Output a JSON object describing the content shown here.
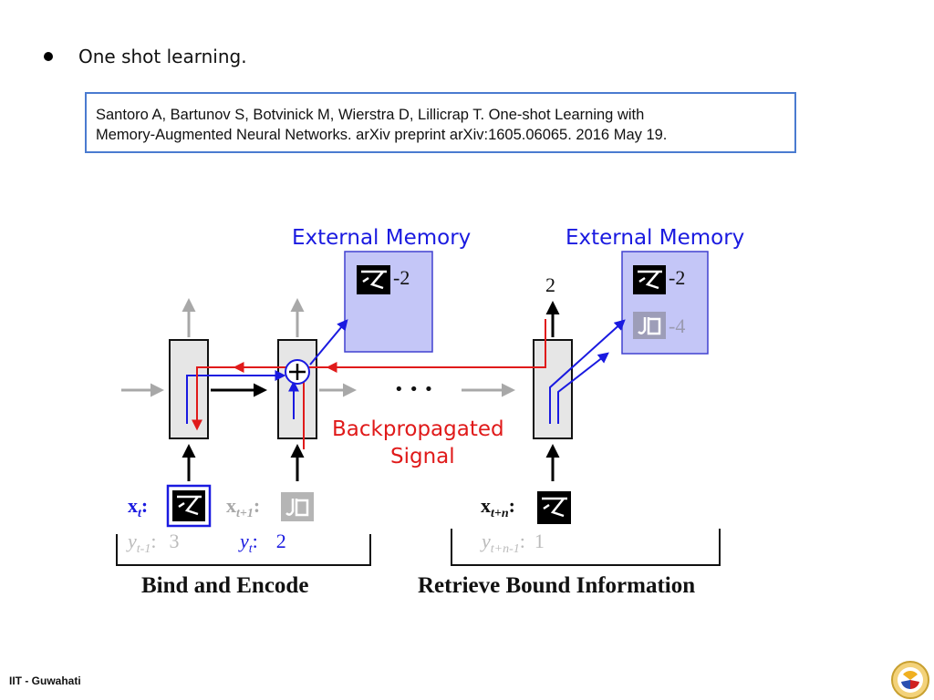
{
  "bullet": {
    "text": "One shot learning."
  },
  "citation": {
    "line1": "Santoro A, Bartunov S, Botvinick M, Wierstra D, Lillicrap T. One-shot Learning with",
    "line2": "Memory-Augmented Neural Networks. arXiv preprint arXiv:1605.06065. 2016 May 19."
  },
  "diagram": {
    "memory_left": {
      "title": "External Memory",
      "entry_value": "-2"
    },
    "memory_right": {
      "title": "External Memory",
      "entry1_value": "-2",
      "entry2_value": "-4"
    },
    "output_label": "2",
    "ellipsis": "• • •",
    "backprop_line1": "Backpropagated",
    "backprop_line2": "Signal",
    "x_t_label": "x",
    "x_t_sub": "t",
    "x_t1_label": "x",
    "x_t1_sub": "t+1",
    "x_tn_label": "x",
    "x_tn_sub": "t+n",
    "y_t1_label": "y",
    "y_t1_sub": "t-1",
    "y_t1_value": "3",
    "y_t_label": "y",
    "y_t_sub": "t",
    "y_t_value": "2",
    "y_tn_label": "y",
    "y_tn_sub": "t+n-1",
    "y_tn_value": "1",
    "caption_left": "Bind and Encode",
    "caption_right": "Retrieve Bound Information",
    "colon": ":"
  },
  "footer": {
    "institution": "IIT - Guwahati"
  },
  "colors": {
    "blue": "#1a1ae0",
    "red": "#e01a1a",
    "gray": "#a8a8a8",
    "memory_fill": "#c4c6f7"
  }
}
